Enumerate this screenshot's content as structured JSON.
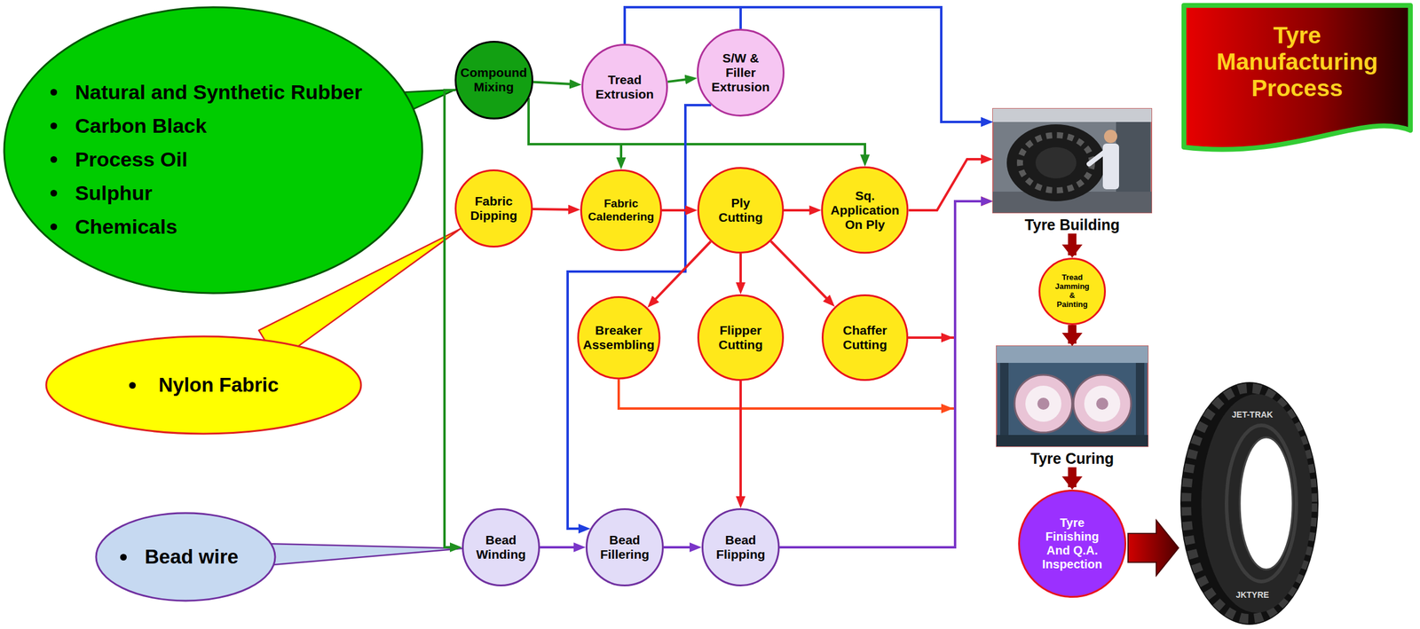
{
  "diagram": {
    "title": "Tyre Manufacturing Process",
    "nodes": [
      {
        "text": [
          "Natural and Synthetic Rubber",
          "Carbon Black",
          "Process Oil",
          "Sulphur",
          "Chemicals"
        ]
      },
      {
        "text": [
          "Compound Mixing"
        ]
      },
      {
        "text": [
          "Tread Extrusion"
        ]
      },
      {
        "text": [
          "S/W & Filler Extrusion"
        ]
      },
      {
        "text": [
          "Tyre Building"
        ]
      },
      {
        "text": [
          "Fabric Dipping"
        ]
      },
      {
        "text": [
          "Fabric Calendering"
        ]
      },
      {
        "text": [
          "Ply Cutting"
        ]
      },
      {
        "text": [
          "Sq. Application On Ply"
        ]
      },
      {
        "text": [
          "Nylon Fabric"
        ]
      },
      {
        "text": [
          "Breaker Assembling"
        ]
      },
      {
        "text": [
          "Flipper Cutting"
        ]
      },
      {
        "text": [
          "Chaffer Cutting"
        ]
      },
      {
        "text": [
          "Tread Jamming & Painting"
        ]
      },
      {
        "text": [
          "Tyre Curing"
        ]
      },
      {
        "text": [
          "Bead wire"
        ]
      },
      {
        "text": [
          "Bead Winding"
        ]
      },
      {
        "text": [
          "Bead Fillering"
        ]
      },
      {
        "text": [
          "Bead Flipping"
        ]
      },
      {
        "text": [
          "Tyre Finishing And Q.A. Inspection"
        ]
      }
    ],
    "edges": [
      {
        "from": 0,
        "to": 1,
        "arrow": "none"
      },
      {
        "from": 9,
        "to": 5,
        "arrow": "none"
      },
      {
        "from": 15,
        "to": 16,
        "arrow": "none"
      },
      {
        "from": 1,
        "to": 2,
        "arrow": "to"
      },
      {
        "from": 2,
        "to": 3,
        "arrow": "to"
      },
      {
        "from": 1,
        "to": 6,
        "arrow": "to"
      },
      {
        "from": 1,
        "to": 8,
        "arrow": "to"
      },
      {
        "from": 1,
        "to": 16,
        "arrow": "to"
      },
      {
        "from": 2,
        "to": 4,
        "arrow": "to"
      },
      {
        "from": 3,
        "to": 4,
        "arrow": "to"
      },
      {
        "from": 3,
        "to": 17,
        "arrow": "to"
      },
      {
        "from": 5,
        "to": 6,
        "arrow": "to"
      },
      {
        "from": 6,
        "to": 7,
        "arrow": "to"
      },
      {
        "from": 7,
        "to": 8,
        "arrow": "to"
      },
      {
        "from": 8,
        "to": 4,
        "arrow": "to"
      },
      {
        "from": 7,
        "to": 10,
        "arrow": "to"
      },
      {
        "from": 7,
        "to": 11,
        "arrow": "to"
      },
      {
        "from": 7,
        "to": 12,
        "arrow": "to"
      },
      {
        "from": 12,
        "to": 4,
        "arrow": "to"
      },
      {
        "from": 10,
        "to": 4,
        "arrow": "to"
      },
      {
        "from": 11,
        "to": 18,
        "arrow": "to"
      },
      {
        "from": 16,
        "to": 17,
        "arrow": "to"
      },
      {
        "from": 17,
        "to": 18,
        "arrow": "to"
      },
      {
        "from": 18,
        "to": 4,
        "arrow": "to"
      },
      {
        "from": 4,
        "to": 13,
        "arrow": "to"
      },
      {
        "from": 13,
        "to": 14,
        "arrow": "to"
      },
      {
        "from": 14,
        "to": 19,
        "arrow": "to"
      }
    ],
    "labels": [
      "JET-TRAK",
      "JKTYRE"
    ]
  }
}
